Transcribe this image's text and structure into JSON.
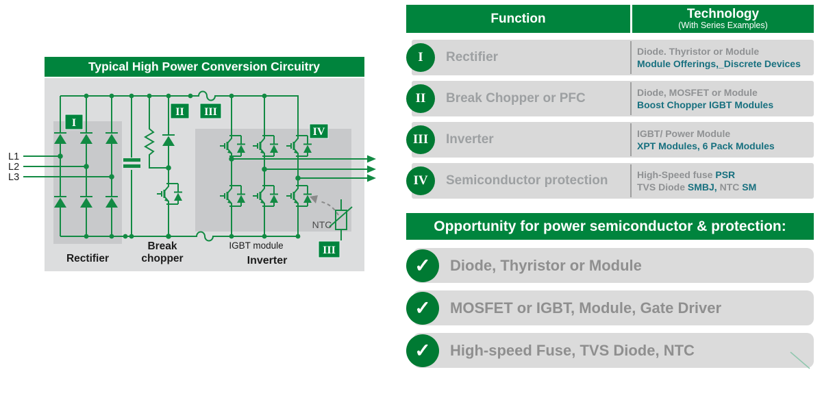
{
  "colors": {
    "green": "#00843d",
    "circle_green": "#007a33",
    "circuit_green": "#128a43",
    "teal": "#17707f",
    "tech_gray": "#8f9193",
    "function_gray": "#9da0a2",
    "row_gray": "#d9d9d9",
    "panel_gray": "#dcddde",
    "inner_box_gray": "#c8c9cb"
  },
  "circuit": {
    "title": "Typical High Power Conversion Circuitry",
    "input_labels": [
      "L1",
      "L2",
      "L3"
    ],
    "badges": {
      "rectifier": "I",
      "chopper": "II",
      "inverter_top": "III",
      "protection": "IV",
      "inverter_bottom": "III"
    },
    "labels": {
      "rectifier": "Rectifier",
      "chopper_line1": "Break",
      "chopper_line2": "chopper",
      "igbt_module": "IGBT module",
      "inverter": "Inverter",
      "ntc": "NTC"
    }
  },
  "table": {
    "headers": {
      "function": "Function",
      "technology": "Technology",
      "technology_sub": "(With Series Examples)"
    },
    "rows": [
      {
        "numeral": "I",
        "function": "Rectifier",
        "tech_lines": [
          [
            {
              "text": "Diode. Thyristor or Module",
              "tone": "gray"
            }
          ],
          [
            {
              "text": "Module Offerings,_Discrete Devices",
              "tone": "teal"
            }
          ]
        ]
      },
      {
        "numeral": "II",
        "function": "Break Chopper or PFC",
        "tech_lines": [
          [
            {
              "text": "Diode, MOSFET or Module",
              "tone": "gray"
            }
          ],
          [
            {
              "text": "Boost Chopper IGBT Modules",
              "tone": "teal"
            }
          ]
        ]
      },
      {
        "numeral": "III",
        "function": "Inverter",
        "tech_lines": [
          [
            {
              "text": "IGBT/ Power Module",
              "tone": "gray"
            }
          ],
          [
            {
              "text": "XPT Modules, 6 Pack Modules",
              "tone": "teal"
            }
          ]
        ]
      },
      {
        "numeral": "IV",
        "function": "Semiconductor protection",
        "tech_lines": [
          [
            {
              "text": "High-Speed fuse ",
              "tone": "gray"
            },
            {
              "text": "PSR",
              "tone": "teal"
            }
          ],
          [
            {
              "text": "TVS Diode ",
              "tone": "gray"
            },
            {
              "text": "SMBJ,",
              "tone": "teal"
            },
            {
              "text": " NTC ",
              "tone": "gray"
            },
            {
              "text": "SM",
              "tone": "teal"
            }
          ]
        ]
      }
    ]
  },
  "opportunity": {
    "banner": "Opportunity for power semiconductor & protection:",
    "check_icon": "✓",
    "items": [
      "Diode, Thyristor or Module",
      "MOSFET or IGBT, Module, Gate Driver",
      "High-speed Fuse, TVS Diode, NTC"
    ]
  }
}
